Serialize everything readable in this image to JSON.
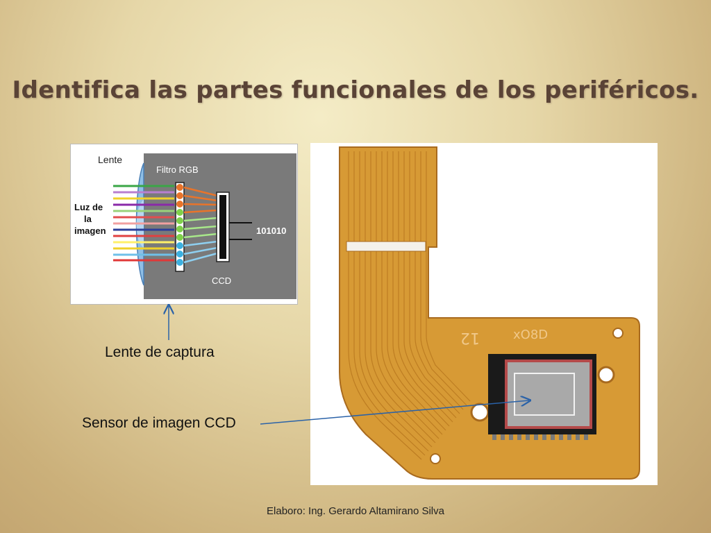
{
  "slide": {
    "title": "Identifica las partes funcionales de los periféricos.",
    "footer": "Elaboro: Ing. Gerardo Altamirano Silva"
  },
  "diagram": {
    "lens_label": "Lente",
    "filter_label": "Filtro RGB",
    "light_label_line1": "Luz de",
    "light_label_line2": "la",
    "light_label_line3": "imagen",
    "output_label": "101010",
    "ccd_label": "CCD"
  },
  "photo": {
    "pcb_mark_1": "12",
    "pcb_mark_2": "xO8D"
  },
  "captions": {
    "lens": "Lente de captura",
    "sensor": "Sensor de imagen CCD"
  },
  "colors": {
    "title": "#5a4336",
    "arrow": "#2a62a8",
    "flex_cable": "#d79a35",
    "diagram_panel": "#7a7a7a"
  }
}
